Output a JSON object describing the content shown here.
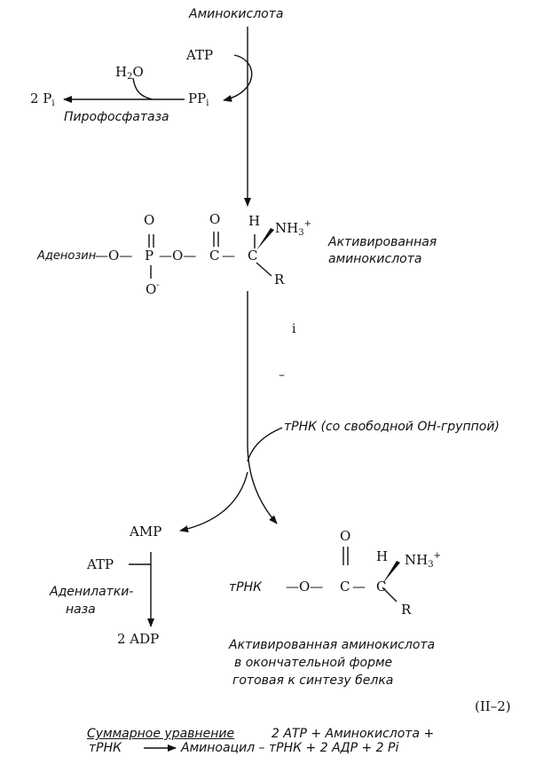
{
  "top": {
    "aminoacid": "Аминокислота"
  },
  "step1": {
    "atp": "ATP",
    "pp": "PP",
    "pp_sub": "i",
    "water_h": "H",
    "water_sub": "2",
    "water_o": "O",
    "pi_product": "2 P",
    "pi_sub": "i",
    "enzyme": "Пирофосфатаза"
  },
  "activated": {
    "adenosine": "Аденозин",
    "bond1": "—O—",
    "p": "P",
    "bond2": "—O—",
    "c1": "C",
    "bond3": "—",
    "c2": "C",
    "o_top_phosphate": "O",
    "o_minus": "O",
    "o_minus_charge": "-",
    "o_carbonyl": "O",
    "h": "H",
    "nh3": "NH",
    "nh3_sub": "3",
    "nh3_charge": "+",
    "r": "R",
    "label_line1": "Активированная",
    "label_line2": "аминокислота"
  },
  "marks": {
    "mark1": "i",
    "mark2": "–"
  },
  "step2": {
    "trna_label": "тРНК (со свободной ОН-группой)"
  },
  "amp_branch": {
    "amp": "AMP",
    "atp": "ATP",
    "enzyme_line1": "Аденилатки-",
    "enzyme_line2": "наза",
    "adp": "2 ADP"
  },
  "final": {
    "trna": "тРНК",
    "bond1": "—O—",
    "c1": "C",
    "bond2": "—",
    "c2": "C",
    "o_carbonyl": "O",
    "h": "H",
    "nh3": "NH",
    "nh3_sub": "3",
    "nh3_charge": "+",
    "r": "R",
    "caption_line1": "Активированная аминокислота",
    "caption_line2": "в окончательной форме",
    "caption_line3": "готовая к синтезу белка"
  },
  "equation_number": "(II–2)",
  "summary": {
    "label": "Суммарное уравнение",
    "line1": "2 АТР + Аминокислота +",
    "line2_left": "тРНК",
    "line2_right": "Аминоацил – тРНК + 2 АДР + 2 Рi"
  }
}
